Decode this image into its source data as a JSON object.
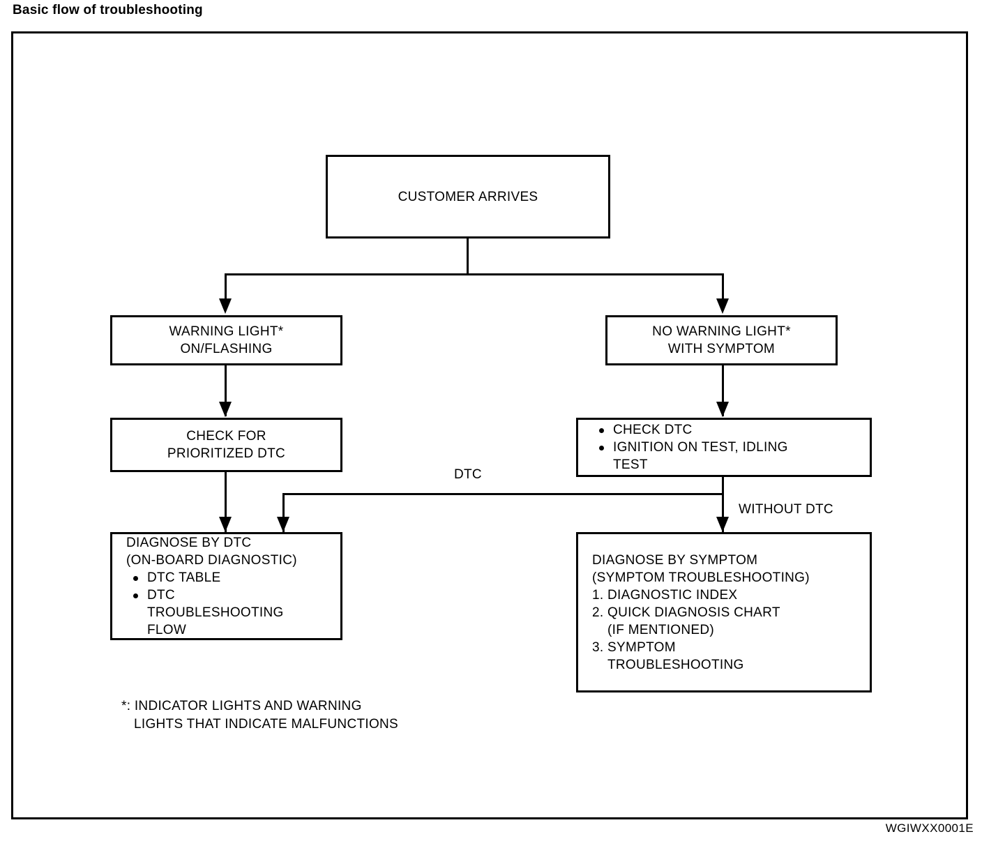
{
  "title": "Basic flow of troubleshooting",
  "reference_code": "WGIWXX0001E",
  "nodes": {
    "customer_arrives": {
      "lines": [
        "CUSTOMER ARRIVES"
      ]
    },
    "warning_light": {
      "lines": [
        "WARNING LIGHT*",
        "ON/FLASHING"
      ]
    },
    "no_warning_light": {
      "lines": [
        "NO WARNING LIGHT*",
        "WITH SYMPTOM"
      ]
    },
    "check_prioritized_dtc": {
      "lines": [
        "CHECK FOR",
        "PRIORITIZED DTC"
      ]
    },
    "check_dtc_tests": {
      "bullets": [
        "CHECK DTC",
        "IGNITION ON TEST, IDLING"
      ],
      "continuation": "TEST"
    },
    "diagnose_by_dtc": {
      "heading": [
        "DIAGNOSE BY DTC",
        "(ON-BOARD DIAGNOSTIC)"
      ],
      "bullets": [
        "DTC TABLE",
        "DTC"
      ],
      "continuation": [
        "TROUBLESHOOTING",
        "FLOW"
      ]
    },
    "diagnose_by_symptom": {
      "heading": [
        "DIAGNOSE BY SYMPTOM",
        "(SYMPTOM TROUBLESHOOTING)"
      ],
      "items": [
        "1. DIAGNOSTIC INDEX",
        "2. QUICK DIAGNOSIS CHART",
        "(IF MENTIONED)",
        "3. SYMPTOM",
        "TROUBLESHOOTING"
      ]
    }
  },
  "edge_labels": {
    "dtc": "DTC",
    "without_dtc": "WITHOUT DTC"
  },
  "footnote": {
    "line1": "*: INDICATOR LIGHTS AND WARNING",
    "line2": "LIGHTS THAT INDICATE MALFUNCTIONS"
  }
}
